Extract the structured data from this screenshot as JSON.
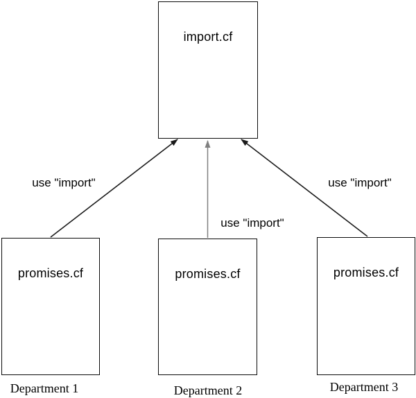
{
  "diagram": {
    "nodes": {
      "import": {
        "label": "import.cf"
      },
      "dept1": {
        "label": "promises.cf",
        "caption": "Department 1"
      },
      "dept2": {
        "label": "promises.cf",
        "caption": "Department 2"
      },
      "dept3": {
        "label": "promises.cf",
        "caption": "Department 3"
      }
    },
    "edges": [
      {
        "from": "dept1",
        "to": "import",
        "label": "use \"import\""
      },
      {
        "from": "dept2",
        "to": "import",
        "label": "use \"import\""
      },
      {
        "from": "dept3",
        "to": "import",
        "label": "use \"import\""
      }
    ],
    "colors": {
      "background": "#ffffff",
      "line": "#1a1a1a",
      "middle_line": "#808080",
      "text": "#000000",
      "border": "#0a0a0a"
    }
  }
}
